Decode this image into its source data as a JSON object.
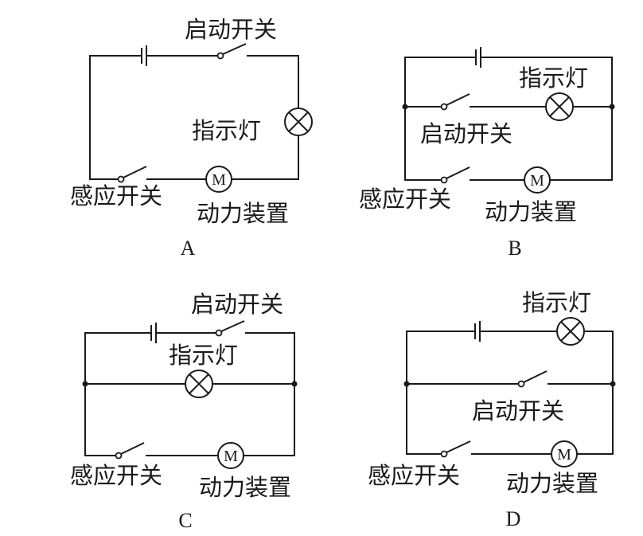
{
  "diagrams": [
    {
      "option": "A",
      "labels": {
        "start_switch": "启动开关",
        "indicator_lamp": "指示灯",
        "sensor_switch": "感应开关",
        "power_device": "动力装置",
        "motor_symbol": "M"
      },
      "topology": "series: battery, start switch, indicator lamp, power device (motor), sensor switch all in one loop"
    },
    {
      "option": "B",
      "labels": {
        "start_switch": "启动开关",
        "indicator_lamp": "指示灯",
        "sensor_switch": "感应开关",
        "power_device": "动力装置",
        "motor_symbol": "M"
      },
      "topology": "battery on main line; branch 1: start switch + indicator lamp; branch 2: sensor switch + power device; branches in parallel"
    },
    {
      "option": "C",
      "labels": {
        "start_switch": "启动开关",
        "indicator_lamp": "指示灯",
        "sensor_switch": "感应开关",
        "power_device": "动力装置",
        "motor_symbol": "M"
      },
      "topology": "battery + start switch on main line; branch 1: indicator lamp; branch 2: sensor switch + power device; branches in parallel"
    },
    {
      "option": "D",
      "labels": {
        "start_switch": "启动开关",
        "indicator_lamp": "指示灯",
        "sensor_switch": "感应开关",
        "power_device": "动力装置",
        "motor_symbol": "M"
      },
      "topology": "battery + indicator lamp on main line; branch 1: start switch; branch 2: sensor switch + power device; branches in parallel"
    }
  ]
}
